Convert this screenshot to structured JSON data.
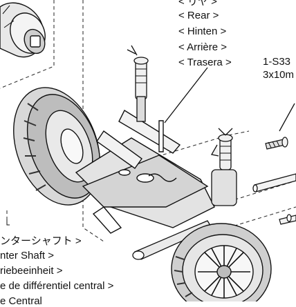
{
  "rear_label": {
    "lines": [
      "< リヤ >",
      "< Rear >",
      "< Hinten >",
      "< Arrière >",
      "< Trasera >"
    ]
  },
  "screw_label": {
    "part": "1-S33",
    "size": "3x10m"
  },
  "center_shaft_label": {
    "lines": [
      "ンターシャフト >",
      "nter Shaft >",
      "riebeeinheit >",
      "e de différentiel central >",
      "e Central"
    ]
  }
}
